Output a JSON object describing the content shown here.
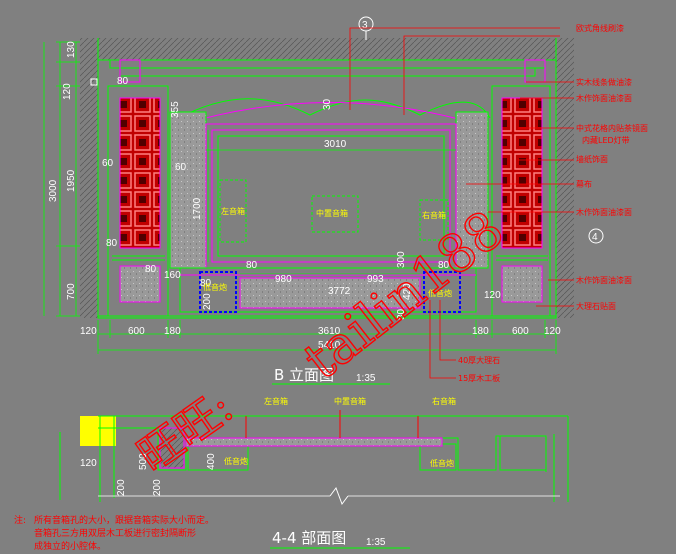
{
  "drawing": {
    "callouts": {
      "top": "3",
      "right": "4"
    },
    "dims_top_vertical": [
      "130",
      "120",
      "1950",
      "3000",
      "700"
    ],
    "dims_small": {
      "d80a": "80",
      "d355": "355",
      "d30": "30",
      "d60l": "60",
      "d60r": "60",
      "d80b": "80",
      "d80c": "80",
      "d80d": "80",
      "d80e": "80",
      "d160": "160",
      "d80f": "80",
      "d200": "200",
      "d120r": "120",
      "d300": "300",
      "d420": "420",
      "d80g": "80"
    },
    "dims_inner": {
      "w3010": "3010",
      "h1700": "1700",
      "w980": "980",
      "w993": "993",
      "w3772": "3772"
    },
    "dims_bottom": [
      "120",
      "600",
      "180",
      "3610",
      "180",
      "600",
      "120"
    ],
    "total_width": "5410",
    "speakers": {
      "left": "左音箱",
      "center": "中置音箱",
      "right": "右音箱",
      "low_left": "低音炮",
      "low_right": "低音炮"
    },
    "labels_right": [
      "欧式角线刷漆",
      "实木线条做油漆",
      "木作饰面油漆面",
      "中式花格内贴茶镜面",
      "内藏LED灯带",
      "墙纸饰面",
      "幕布",
      "木作饰面油漆面",
      "木作饰面油漆面",
      "大理石贴面"
    ],
    "labels_bottom": [
      "40厚大理石",
      "15厚木工板"
    ],
    "title_b": "B 立面图",
    "scale_b": "1:35",
    "section": {
      "labels": {
        "left": "左音箱",
        "center": "中置音箱",
        "right": "右音箱",
        "low_left": "低音炮",
        "low_right": "低音炮"
      },
      "dims": {
        "d120": "120",
        "d500": "500",
        "d200a": "200",
        "d400": "400",
        "d200b": "200"
      },
      "title": "4-4 部面图",
      "scale": "1:35"
    },
    "note": {
      "prefix": "注:",
      "line1": "所有音箱孔的大小，跟据音箱实际大小而定。",
      "line2": "音箱孔三方用双层木工板进行密封隔断形",
      "line3": "成独立的小腔体。"
    },
    "watermark": {
      "main": "旺旺:",
      "id": "tailin188"
    },
    "colors": {
      "background": "#808080",
      "wall": "#00ff00",
      "frame": "#ff00ff",
      "dim": "#ffffff",
      "label": "#ff0000",
      "accent": "#ffff00"
    }
  }
}
